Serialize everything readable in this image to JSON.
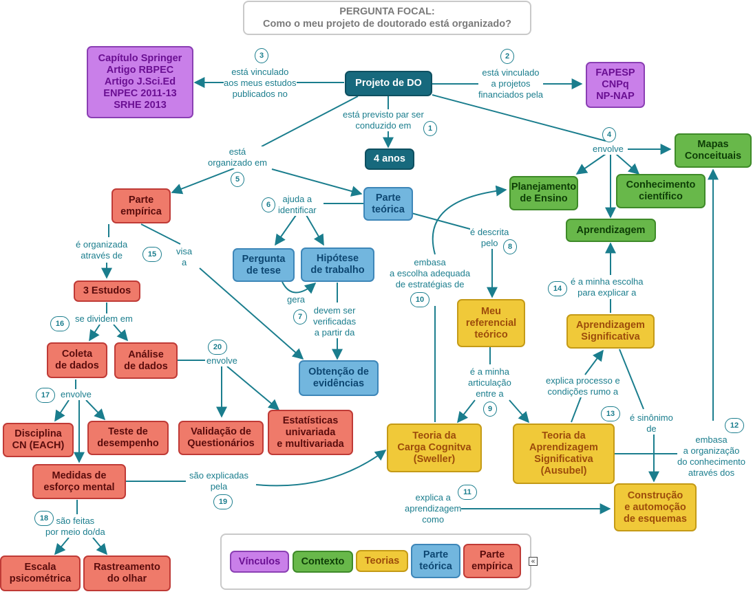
{
  "focal": {
    "line1": "PERGUNTA FOCAL:",
    "line2": "Como o meu projeto de doutorado está organizado?"
  },
  "nodes": {
    "projeto": "Projeto de DO",
    "quatro_anos": "4 anos",
    "publicacoes": [
      "Capítulo Springer",
      "Artigo RBPEC",
      "Artigo J.Sci.Ed",
      "ENPEC 2011-13",
      "SRHE 2013"
    ],
    "financiadores": [
      "FAPESP",
      "CNPq",
      "NP-NAP"
    ],
    "mapas": [
      "Mapas",
      "Conceituais"
    ],
    "planejamento": [
      "Planejamento",
      "de Ensino"
    ],
    "conhecimento": [
      "Conhecimento",
      "científico"
    ],
    "aprendizagem": "Aprendizagem",
    "parte_empirica": [
      "Parte",
      "empírica"
    ],
    "parte_teorica": [
      "Parte",
      "teórica"
    ],
    "pergunta": [
      "Pergunta",
      "de tese"
    ],
    "hipotese": [
      "Hipótese",
      "de trabalho"
    ],
    "estudos": "3 Estudos",
    "coleta": [
      "Coleta",
      "de dados"
    ],
    "analise": [
      "Análise",
      "de dados"
    ],
    "obtencao": [
      "Obtenção de",
      "evidências"
    ],
    "referencial": [
      "Meu",
      "referencial",
      "teórico"
    ],
    "ap_significativa": [
      "Aprendizagem",
      "Significativa"
    ],
    "validacao": [
      "Validação de",
      "Questionários"
    ],
    "estatisticas": [
      "Estatísticas",
      "univariada",
      "e multivariada"
    ],
    "disciplina": [
      "Disciplina",
      "CN (EACH)"
    ],
    "teste": [
      "Teste de",
      "desempenho"
    ],
    "medidas": [
      "Medidas de",
      "esforço mental"
    ],
    "carga": [
      "Teoria da",
      "Carga Cognitva",
      "(Sweller)"
    ],
    "teoria_ap": [
      "Teoria da",
      "Aprendizagem",
      "Significativa",
      "(Ausubel)"
    ],
    "construcao": [
      "Construção",
      "e automoção",
      "de esquemas"
    ],
    "escala": [
      "Escala",
      "psicométrica"
    ],
    "rastreamento": [
      "Rastreamento",
      "do olhar"
    ]
  },
  "links": {
    "l1": [
      "está previsto par ser",
      "conduzido em"
    ],
    "l2": [
      "está vinculado",
      "a projetos",
      "financiados pela"
    ],
    "l3": [
      "está vinculado",
      "aos meus estudos",
      "publicados no"
    ],
    "l4": [
      "envolve"
    ],
    "l5": [
      "está",
      "organizado em"
    ],
    "l6": [
      "ajuda a",
      "identificar"
    ],
    "l7": [
      "devem ser",
      "verificadas",
      "a partir da"
    ],
    "l7b": [
      "gera"
    ],
    "l8": [
      "é descrita",
      "pelo"
    ],
    "l9": [
      "é a minha",
      "articulação",
      "entre a"
    ],
    "l10": [
      "embasa",
      "a escolha adequada",
      "de estratégias de"
    ],
    "l11": [
      "explica a",
      "aprendizagem",
      "como"
    ],
    "l12": [
      "embasa",
      "a organização",
      "do conhecimento",
      "através dos"
    ],
    "l13": [
      "é sinônimo",
      "de"
    ],
    "l13b": [
      "explica processo e",
      "condições rumo a"
    ],
    "l14": [
      "é a minha escolha",
      "para explicar a"
    ],
    "l15": [
      "visa",
      "a"
    ],
    "l16": [
      "se dividem em"
    ],
    "l17": [
      "envolve"
    ],
    "l18": [
      "são feitas",
      "por meio do/da"
    ],
    "l19": [
      "são explicadas",
      "pela"
    ],
    "l20": [
      "envolve"
    ],
    "l_empirica": [
      "é organizada",
      "através de"
    ]
  },
  "numbers": [
    "1",
    "2",
    "3",
    "4",
    "5",
    "6",
    "7",
    "8",
    "9",
    "10",
    "11",
    "12",
    "13",
    "14",
    "15",
    "16",
    "17",
    "18",
    "19",
    "20"
  ],
  "legend": {
    "vinculos": "Vínculos",
    "contexto": "Contexto",
    "teorias": "Teorias",
    "parte_teorica": [
      "Parte",
      "teórica"
    ],
    "parte_empirica": [
      "Parte",
      "empírica"
    ],
    "collapse_icon": "«"
  },
  "colors": {
    "teal": "#17697d",
    "purple": "#c97fe9",
    "green": "#68b84a",
    "blue": "#72b6de",
    "yellow": "#f0c939",
    "red": "#ef7a6a",
    "link": "#1a7d8d"
  }
}
